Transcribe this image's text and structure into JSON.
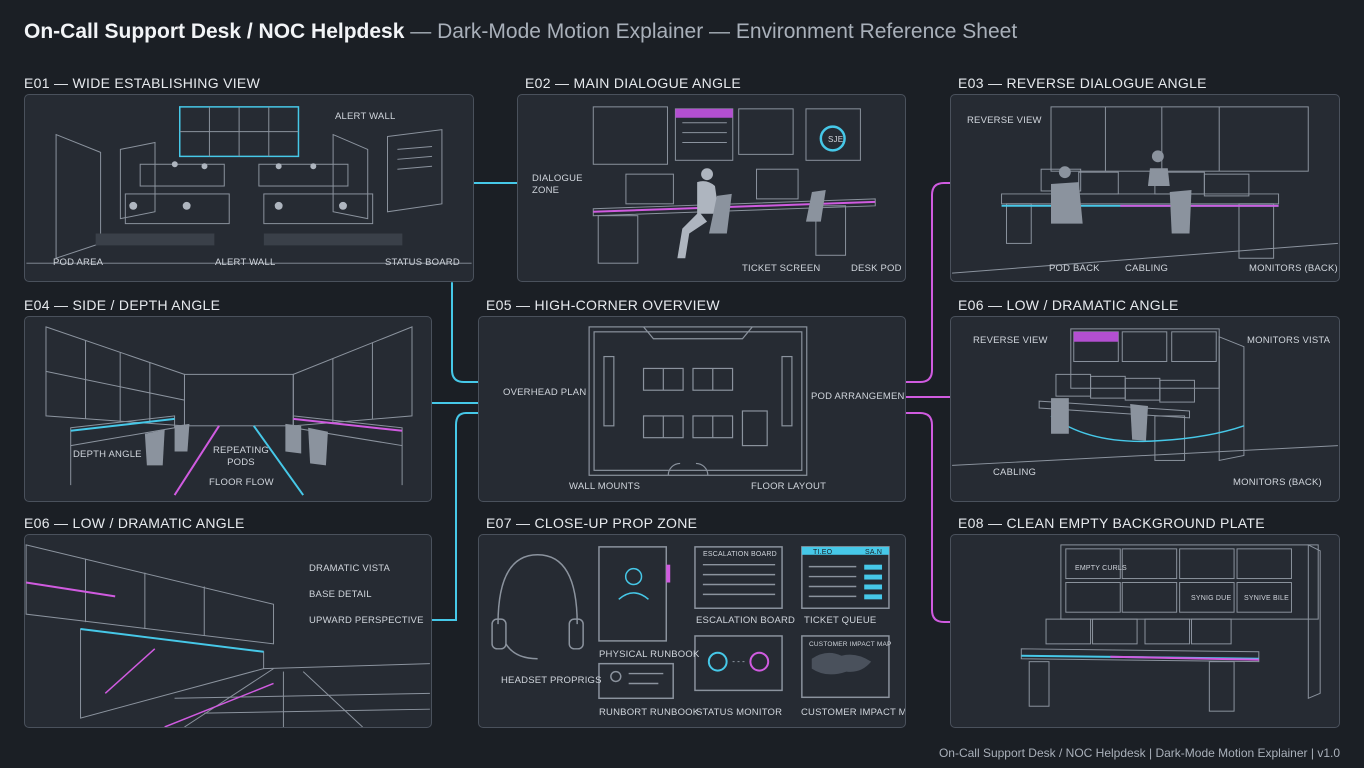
{
  "header": {
    "title_bold": "On-Call Support Desk / NOC Helpdesk",
    "title_rest": " — Dark-Mode Motion Explainer — Environment Reference Sheet"
  },
  "panels": {
    "e01": {
      "title": "E01 — WIDE ESTABLISHING VIEW",
      "labels": [
        "ALERT WALL",
        "POD AREA",
        "ALERT WALL",
        "STATUS BOARD"
      ]
    },
    "e02": {
      "title": "E02 — MAIN DIALOGUE ANGLE",
      "labels": [
        "DIALOGUE ZONE",
        "TICKET SCREEN",
        "DESK POD"
      ],
      "badge": "SJE"
    },
    "e03": {
      "title": "E03 — REVERSE DIALOGUE ANGLE",
      "labels": [
        "REVERSE VIEW",
        "POD BACK",
        "CABLING",
        "MONITORS (BACK)"
      ]
    },
    "e04": {
      "title": "E04 — SIDE / DEPTH ANGLE",
      "labels": [
        "DEPTH ANGLE",
        "REPEATING PODS",
        "FLOOR FLOW"
      ]
    },
    "e05": {
      "title": "E05 — HIGH-CORNER OVERVIEW",
      "labels": [
        "OVERHEAD PLAN",
        "POD ARRANGEMENT",
        "WALL MOUNTS",
        "FLOOR LAYOUT"
      ]
    },
    "e06a": {
      "title": "E06 — LOW / DRAMATIC ANGLE",
      "labels": [
        "REVERSE VIEW",
        "MONITORS VISTA",
        "CABLING",
        "MONITORS (BACK)"
      ]
    },
    "e06b": {
      "title": "E06 — LOW / DRAMATIC ANGLE",
      "labels": [
        "DRAMATIC VISTA",
        "BASE DETAIL",
        "UPWARD PERSPECTIVE"
      ]
    },
    "e07": {
      "title": "E07 — CLOSE-UP PROP ZONE",
      "labels": [
        "HEADSET PROPRIGS",
        "PHYSICAL RUNBOOK",
        "RUNBORT RUNBOOK",
        "ESCALATION BOARD",
        "STATUS MONITOR",
        "TICKET QUEUE",
        "CUSTOMER IMPACT MAP"
      ],
      "board_header": "ESCALATION BOARD",
      "map_header": "CUSTOMER IMPACT MAP",
      "queue_header": "TI.EO",
      "queue_tag": "SA.N"
    },
    "e08": {
      "title": "E08 — CLEAN EMPTY BACKGROUND PLATE",
      "screen_texts": [
        "EMPTY CURLS",
        "SYNIG DUE",
        "SYNIVE BILE"
      ]
    }
  },
  "footer": "On-Call Support Desk / NOC Helpdesk | Dark-Mode Motion Explainer | v1.0",
  "colors": {
    "cyan": "#46c8e8",
    "magenta": "#d05be0",
    "line": "#8b939e",
    "panel": "#262b33"
  }
}
